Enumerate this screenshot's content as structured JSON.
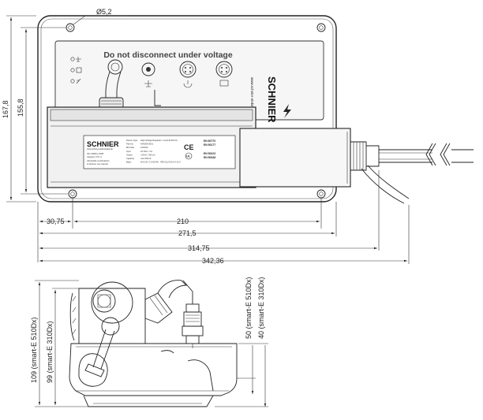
{
  "dimensions": {
    "hole": "Ø5,2",
    "h_167_8": "167,8",
    "h_155_8": "155,8",
    "w_30_75": "30,75",
    "w_210": "210",
    "w_271_5": "271,5",
    "w_314_75": "314,75",
    "w_342_36": "342,36",
    "side_h_outer": "109 (smart-E 510Dx)",
    "side_h_inner": "99 (smart-E 310Dx)",
    "side_r_outer": "50 (smart-E 510Dx)",
    "side_r_inner": "40 (smart-E 310Dx)"
  },
  "device": {
    "warning": "Do not disconnect under voltage",
    "brand_vertical": "SCHNIER",
    "website_vertical": "www.schnier-elektrostatik.de"
  },
  "label": {
    "brand": "SCHNIER",
    "website": "www.schnier-elektrostatik.de",
    "iso": "ISO 13849-1:2006",
    "category": "Category 3 PL d",
    "admissible_1": "Admissible combinations",
    "admissible_2": "of devices: see manual",
    "k_device": "Device Type",
    "v_device": "High Voltage Regulator / smart-E 510 Dx",
    "k_part": "Part No",
    "v_part": "HV0306-5001",
    "k_mfdate": "MF Date",
    "v_mfdate": "12/2013",
    "k_input": "Input",
    "v_input": "24 VDC / 4 A",
    "k_output": "Output",
    "v_output": "<35 kV / 300 µA",
    "k_capacity": "Capacity",
    "v_capacity": "max 500 pF",
    "k_basic": "Basic",
    "v_basic": "0/+5-35 °C 5-95 RH · IP54 UL/CSA 6 0-10 V",
    "en1": "EN 60770",
    "en2": "EN 50177",
    "en3": "EN 50223",
    "en4": "EN 50348",
    "ce": "CE",
    "ul": "UL"
  }
}
